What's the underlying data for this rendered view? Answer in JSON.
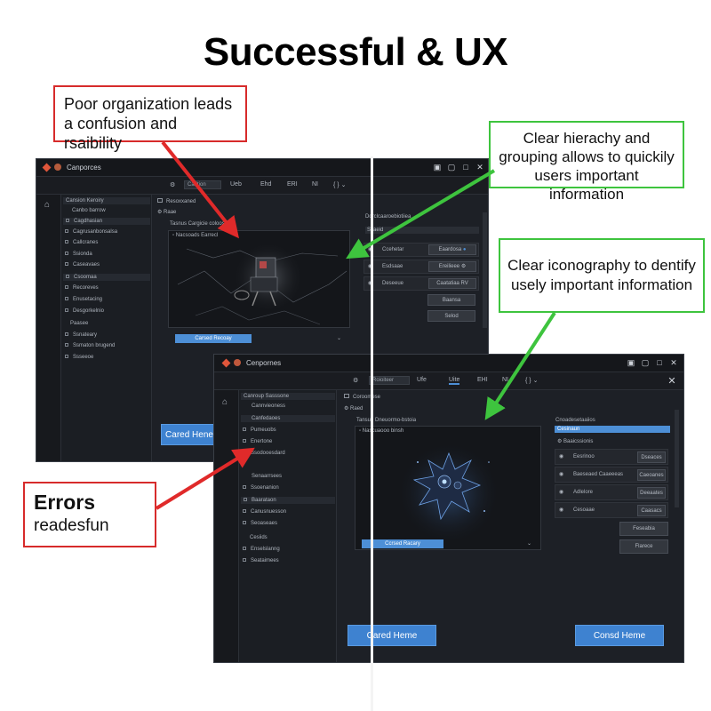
{
  "page_title": "Successful & UX",
  "callouts": {
    "poor_org": "Poor organization leads a confusion and rsaibility",
    "clear_hierarchy": "Clear hierachy and grouping allows to quickily users important information",
    "clear_icon": "Clear iconography to dentify usely important information",
    "errors_title": "Errors",
    "errors_sub": "readesfun"
  },
  "colors": {
    "callout_red": "#d72b2b",
    "callout_green": "#3ec43e",
    "accent_blue": "#4d8fd6",
    "window_bg": "#1d2026"
  },
  "back_window": {
    "app_title": "Canporces",
    "toolbar": {
      "field": "Cadtion",
      "items": [
        "Ueb",
        "Ehd",
        "ERI",
        "NI"
      ]
    },
    "sidebar": {
      "header": "Cansion Keroiry",
      "items": [
        "Canbo barrow",
        "Cagdhasian",
        "Cagrusanbonsalsa",
        "Callcranes",
        "Ssionda",
        "Caseavaes",
        "Csoomaa",
        "Recoreves",
        "Enusetacing",
        "Desgorkelnio",
        "Paasee",
        "Ssnateary",
        "Ssmaton brugend",
        "Ssseeoe"
      ]
    },
    "pane": {
      "tab": "Resoxxaned",
      "row2": "Raae",
      "subtitle": "Tasnus Cargicie coloosios",
      "canvas_header": "Nacsoads Earrecl",
      "canvas_button": "Carsed Recoay"
    },
    "props": {
      "title": "Dorclcaaroebiotiiea",
      "section": "Scaeid",
      "rows": [
        {
          "label": "Ccehetar",
          "btn": "Eaardosa"
        },
        {
          "label": "Esdsaae",
          "btn": "Ereilieee"
        },
        {
          "label": "Deseeue",
          "btn": "Caatatiaa RV"
        }
      ],
      "extra_btns": [
        "Baansa",
        "Selod"
      ]
    },
    "cta": "Cared Hene"
  },
  "front_window": {
    "app_title": "Cenpornes",
    "toolbar": {
      "field": "Roioiteer",
      "items": [
        "Ufe",
        "Uite",
        "EHI",
        "NI"
      ]
    },
    "sidebar": {
      "header": "Canroup Sasssone",
      "items": [
        "Cannvieoness",
        "Canfedaoes",
        "Pumeuobs",
        "Enertone",
        "Ssodooesdard",
        "Senaarrsees",
        "Ssoenanion",
        "Baarataon",
        "Canusnuesson",
        "Seoaseaes",
        "Cesiids",
        "Enselslanng",
        "Seataimees"
      ]
    },
    "pane": {
      "tab": "Coroomese",
      "row2": "Raed",
      "subtitle": "Tansuu Dneuormo-bstoia",
      "canvas_header": "Nascuaooo binsh",
      "canvas_button": "Ccrsed Racary"
    },
    "props": {
      "title": "Cnoadesetaaiios",
      "section": "Cesinaun",
      "section2": "Baaicssionis",
      "rows": [
        {
          "label": "Eesrinoo",
          "btn": "Dseaces"
        },
        {
          "label": "Baeseaed Caaeeeas",
          "btn": "Caeoanes"
        },
        {
          "label": "Adlelore",
          "btn": "Deeaates"
        },
        {
          "label": "Cesoaae",
          "btn": "Caasacs"
        }
      ],
      "extra_btns": [
        "Feseabia",
        "Flarece"
      ]
    },
    "cta_left": "Cared Heme",
    "cta_right": "Consd Heme"
  }
}
